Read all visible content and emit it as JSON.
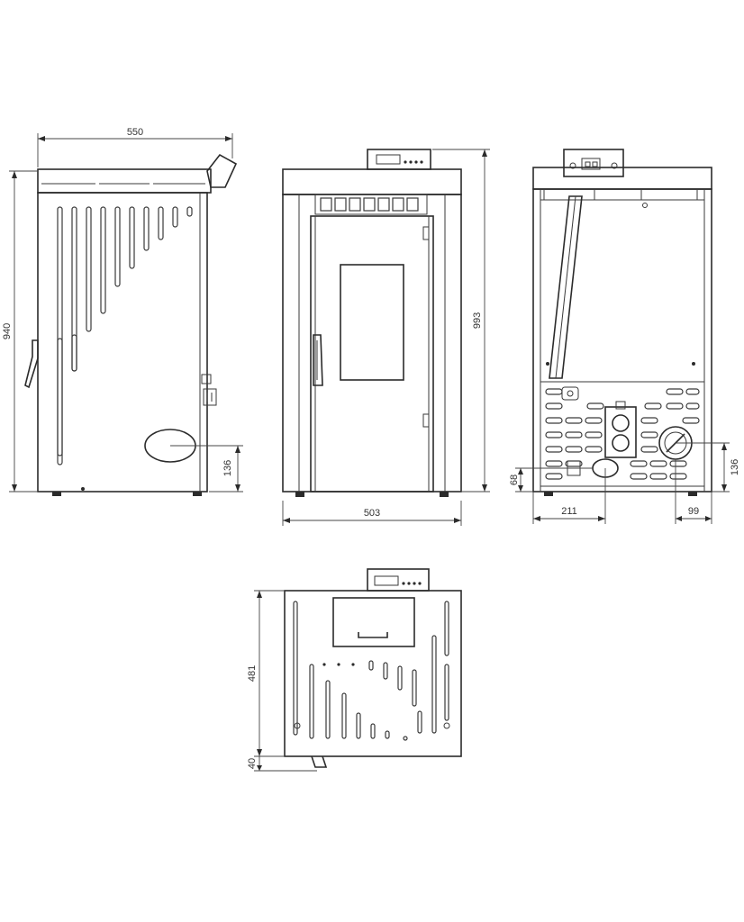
{
  "dimensions": {
    "side_width": "550",
    "side_height": "940",
    "side_outlet_height": "136",
    "front_width": "503",
    "front_height": "993",
    "rear_left_height": "68",
    "rear_right_height": "136",
    "rear_bottom_left": "211",
    "rear_bottom_right": "99",
    "top_depth": "481",
    "top_offset": "40"
  }
}
